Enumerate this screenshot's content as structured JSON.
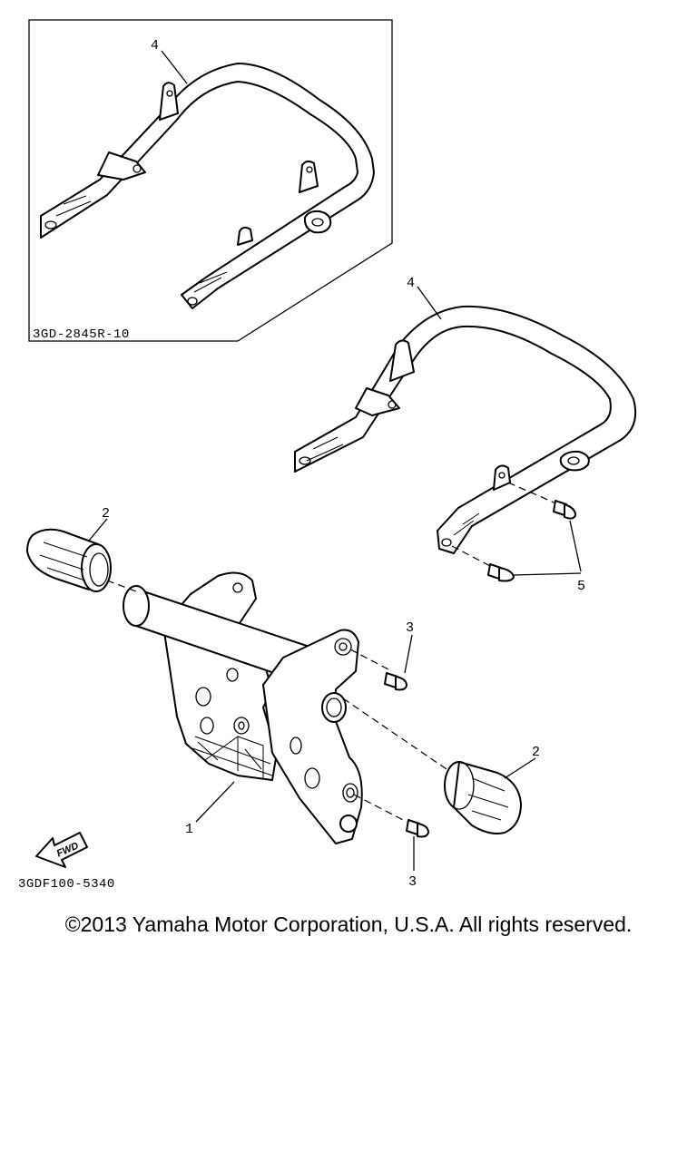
{
  "callouts": {
    "part_1": "1",
    "part_2_left": "2",
    "part_2_right": "2",
    "part_3_upper": "3",
    "part_3_lower": "3",
    "part_4_inset": "4",
    "part_4_main": "4",
    "part_5": "5"
  },
  "inset_code": "3GD-2845R-10",
  "figure_code": "3GDF100-5340",
  "fwd_label": "FWD",
  "copyright": "©2013 Yamaha Motor Corporation, U.S.A. All rights reserved."
}
